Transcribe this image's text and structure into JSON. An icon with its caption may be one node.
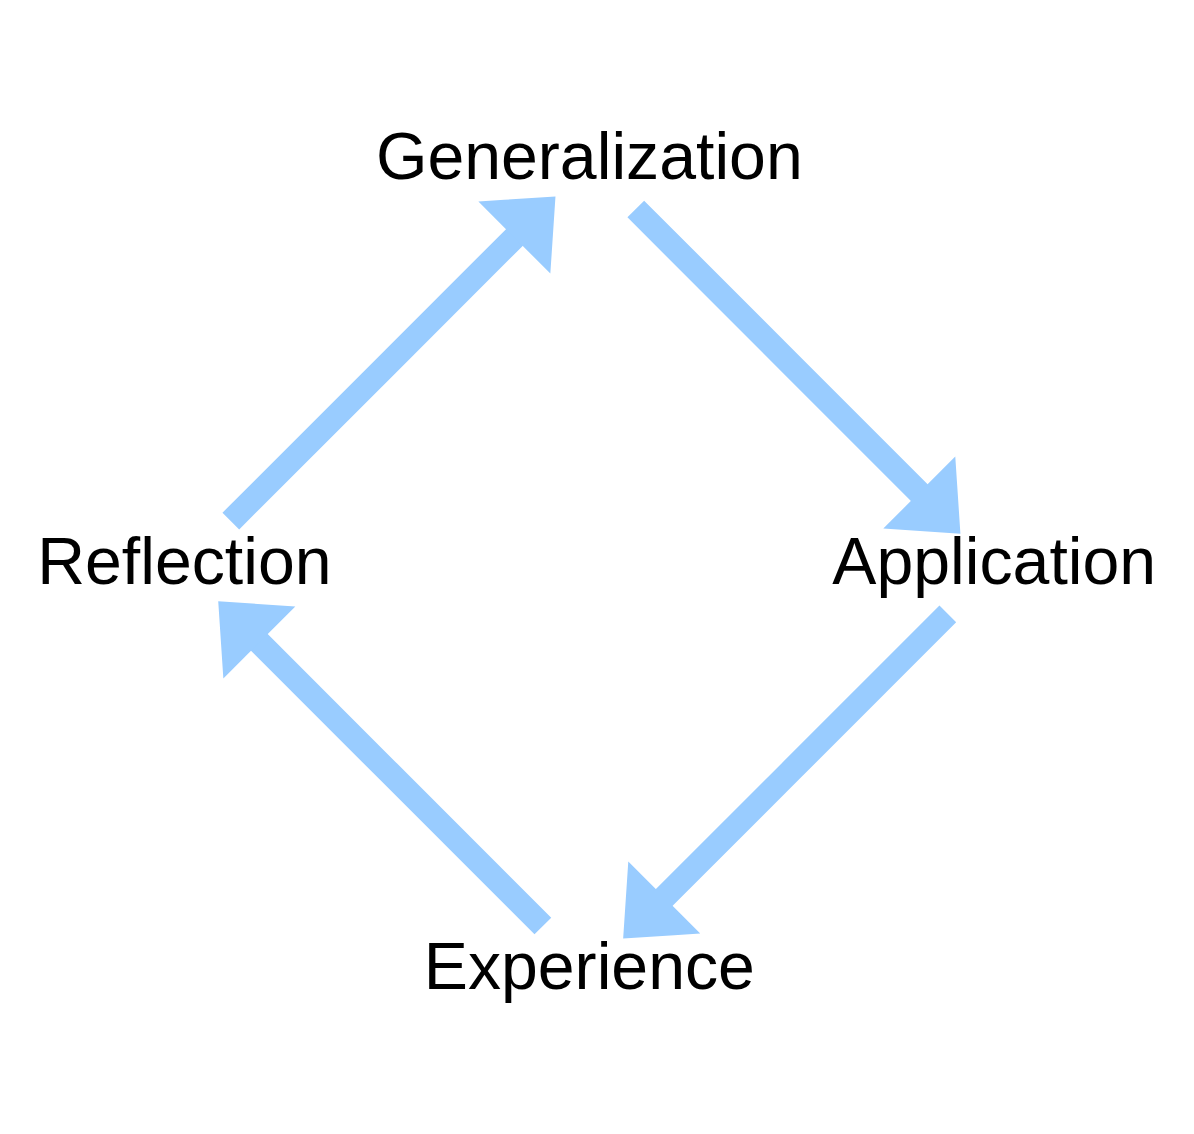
{
  "diagram": {
    "nodes": [
      {
        "text": [
          "Experience"
        ]
      },
      {
        "text": [
          "Reflection"
        ]
      },
      {
        "text": [
          "Generalization"
        ]
      },
      {
        "text": [
          "Application"
        ]
      }
    ],
    "edges": [
      {
        "from": 0,
        "to": 1,
        "arrow": "to"
      },
      {
        "from": 1,
        "to": 2,
        "arrow": "to"
      },
      {
        "from": 2,
        "to": 3,
        "arrow": "to"
      },
      {
        "from": 3,
        "to": 0,
        "arrow": "to"
      }
    ]
  }
}
